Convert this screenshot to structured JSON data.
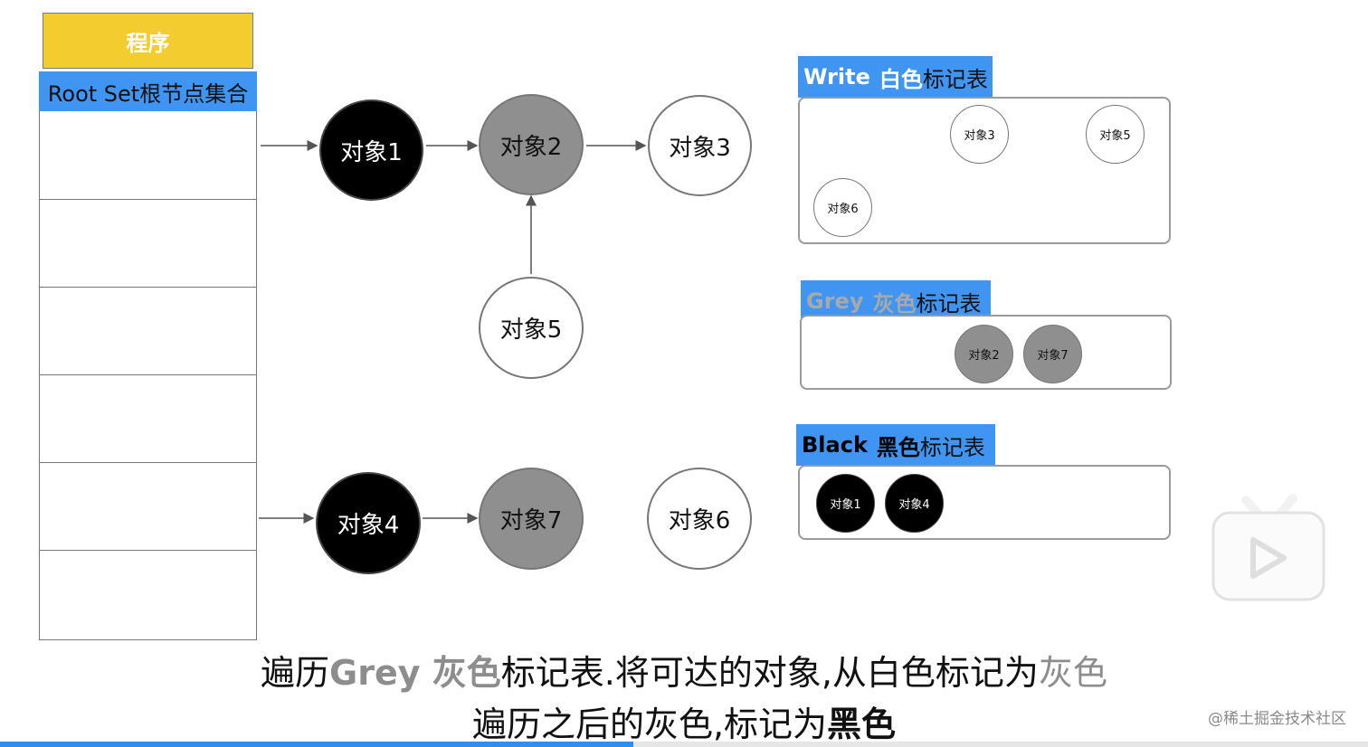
{
  "program": {
    "label": "程序"
  },
  "root_set": {
    "header": "Root Set根节点集合",
    "row_count": 6
  },
  "nodes": {
    "obj1": "对象1",
    "obj2": "对象2",
    "obj3": "对象3",
    "obj4": "对象4",
    "obj5": "对象5",
    "obj6": "对象6",
    "obj7": "对象7"
  },
  "tables": {
    "white": {
      "title_en": "Write",
      "title_color": "白色",
      "title_suffix": "标记表",
      "items": [
        "对象3",
        "对象5",
        "对象6"
      ]
    },
    "grey": {
      "title_en": "Grey",
      "title_color": "灰色",
      "title_suffix": "标记表",
      "items": [
        "对象2",
        "对象7"
      ]
    },
    "black": {
      "title_en": "Black",
      "title_color": "黑色",
      "title_suffix": "标记表",
      "items": [
        "对象1",
        "对象4"
      ]
    }
  },
  "subtitle": {
    "line1_part1": "遍历",
    "line1_grey1": "Grey 灰色",
    "line1_part2": "标记表.将可达的对象,从白色标记为",
    "line1_grey2": "灰色",
    "line2_part1": "遍历之后的灰色,标记为",
    "line2_bold": "黑色"
  },
  "watermark": "@稀土掘金技术社区",
  "progress": {
    "fraction": 0.463
  },
  "colors": {
    "accent_blue": "#3f95f1",
    "program_yellow": "#f3cd2f",
    "node_grey": "#8f8f8f",
    "node_black": "#000000"
  },
  "icons": {
    "player_logo": "tv-play-icon"
  }
}
